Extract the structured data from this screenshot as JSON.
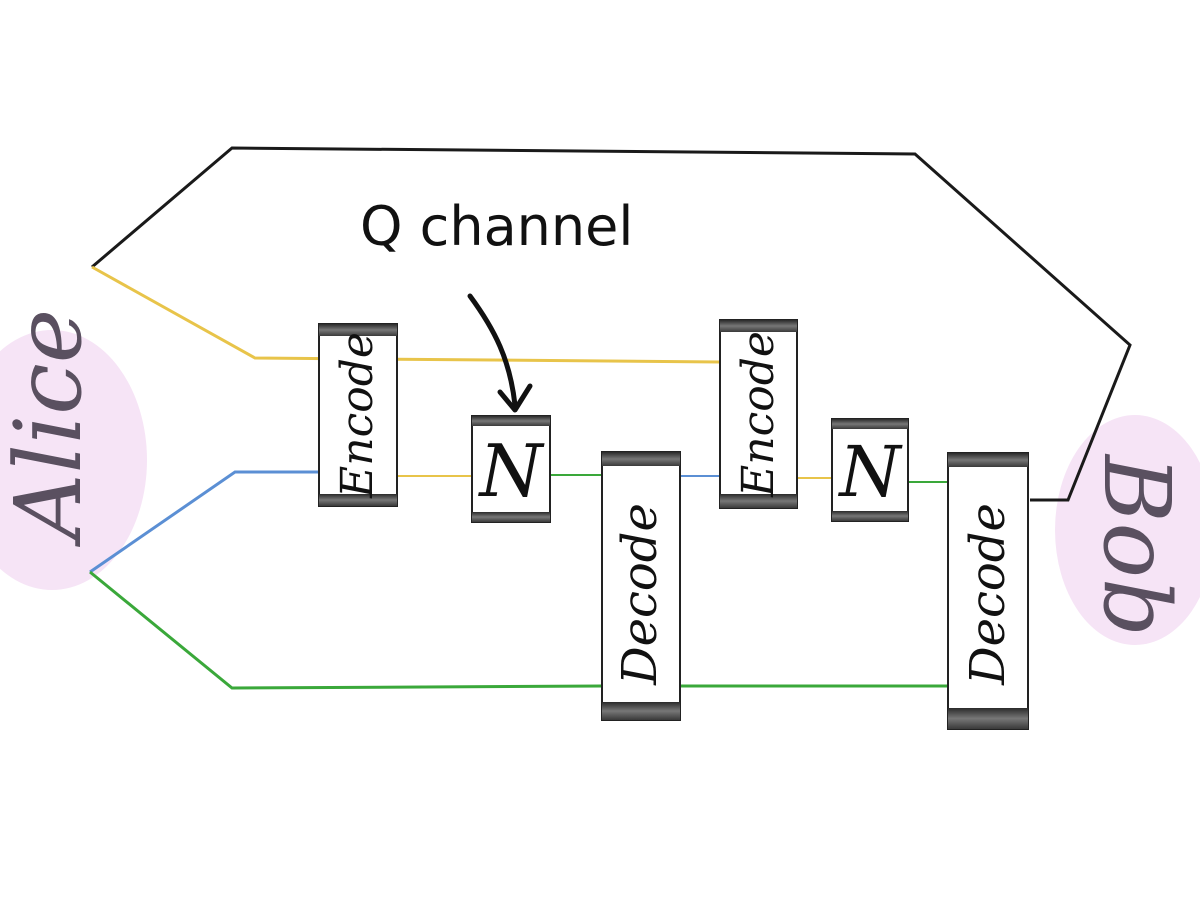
{
  "annotation": {
    "text": "Q channel"
  },
  "parties": {
    "sender": {
      "name": "Alice",
      "blob_color": "#f6e4f6"
    },
    "receiver": {
      "name": "Bob",
      "blob_color": "#f6e4f6"
    }
  },
  "blocks": [
    {
      "id": "encode-1",
      "label": "Encode"
    },
    {
      "id": "channel-1",
      "label": "N"
    },
    {
      "id": "decode-1",
      "label": "Decode"
    },
    {
      "id": "encode-2",
      "label": "Encode"
    },
    {
      "id": "channel-2",
      "label": "N"
    },
    {
      "id": "decode-2",
      "label": "Decode"
    }
  ],
  "colors": {
    "wire_black": "#1a1a1a",
    "wire_yellow": "#e8c44a",
    "wire_blue": "#5b8fd4",
    "wire_green": "#3aa83a",
    "block_shadow": "#555555",
    "party_text": "#5a5060"
  }
}
